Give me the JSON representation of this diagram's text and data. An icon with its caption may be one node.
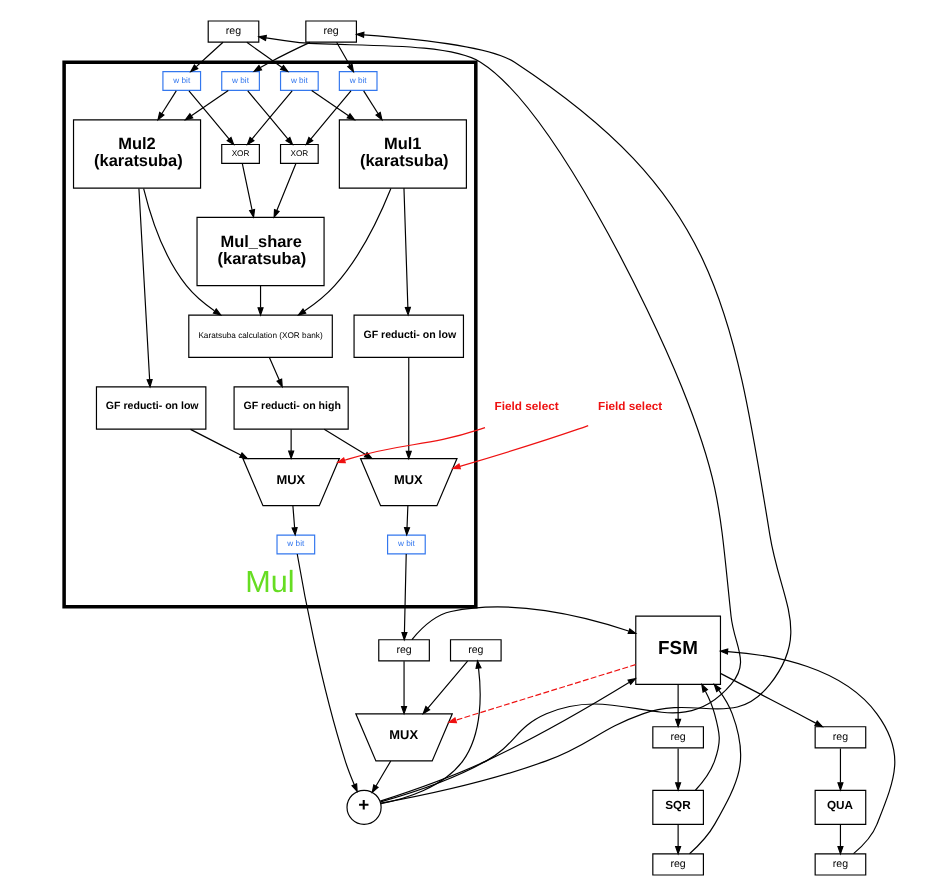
{
  "diagram": {
    "nodes": [
      {
        "text": [
          "reg"
        ]
      },
      {
        "text": [
          "reg"
        ]
      },
      {
        "text": [
          "reg"
        ]
      },
      {
        "text": [
          "Mul"
        ]
      },
      {
        "text": [
          "w bit"
        ],
        "in": 3
      },
      {
        "text": [
          "w bit"
        ],
        "in": 3
      },
      {
        "text": [
          "w bit"
        ],
        "in": 3
      },
      {
        "text": [
          "w bit"
        ],
        "in": 3
      },
      {
        "text": [
          "XOR"
        ],
        "in": 3
      },
      {
        "text": [
          "XOR"
        ],
        "in": 3
      },
      {
        "text": [
          "Mul1",
          "(karatsuba)"
        ],
        "in": 3
      },
      {
        "text": [
          "Mul_share",
          "(karatsuba)"
        ],
        "in": 3
      },
      {
        "text": [
          "Mul2",
          "(karatsuba)"
        ],
        "in": 3
      },
      {
        "text": [
          "Karatsuba calculation (XOR bank)"
        ],
        "in": 3
      },
      {
        "text": [
          "GF reducti- on low"
        ],
        "in": 3
      },
      {
        "text": [
          "GF reducti- on high"
        ],
        "in": 3
      },
      {
        "text": [
          "GF reducti- on low"
        ],
        "in": 3
      },
      {
        "text": [
          "MUX"
        ],
        "in": 3
      },
      {
        "text": [
          "MUX"
        ],
        "in": 3
      },
      {
        "text": [
          "w bit"
        ],
        "in": 3
      },
      {
        "text": [
          "w bit"
        ],
        "in": 3
      },
      {
        "text": [
          "Field select"
        ]
      },
      {
        "text": [
          "Field select"
        ]
      },
      {
        "text": [
          "reg"
        ]
      },
      {
        "text": [
          "reg"
        ]
      },
      {
        "text": [
          "FSM"
        ]
      },
      {
        "text": [
          "SQR"
        ]
      },
      {
        "text": [
          "QUA"
        ]
      },
      {
        "text": [
          "reg"
        ]
      },
      {
        "text": [
          "reg"
        ]
      },
      {
        "text": [
          "reg"
        ]
      },
      {
        "text": [
          "MUX"
        ]
      },
      {
        "text": [
          "+"
        ]
      }
    ],
    "edges": [
      {
        "from": 1,
        "to": 4,
        "arrow": "to"
      },
      {
        "from": 1,
        "to": 5,
        "arrow": "to"
      },
      {
        "from": 2,
        "to": 6,
        "arrow": "to"
      },
      {
        "from": 2,
        "to": 7,
        "arrow": "to"
      },
      {
        "from": 4,
        "to": 10,
        "arrow": "to"
      },
      {
        "from": 4,
        "to": 8,
        "arrow": "to"
      },
      {
        "from": 5,
        "to": 8,
        "arrow": "to"
      },
      {
        "from": 5,
        "to": 12,
        "arrow": "to"
      },
      {
        "from": 6,
        "to": 10,
        "arrow": "to"
      },
      {
        "from": 6,
        "to": 9,
        "arrow": "to"
      },
      {
        "from": 7,
        "to": 9,
        "arrow": "to"
      },
      {
        "from": 7,
        "to": 12,
        "arrow": "to"
      },
      {
        "from": 8,
        "to": 11,
        "arrow": "to"
      },
      {
        "from": 9,
        "to": 11,
        "arrow": "to"
      },
      {
        "from": 10,
        "to": 13,
        "arrow": "to"
      },
      {
        "from": 11,
        "to": 13,
        "arrow": "to"
      },
      {
        "from": 12,
        "to": 13,
        "arrow": "to"
      },
      {
        "from": 10,
        "to": 14,
        "arrow": "to"
      },
      {
        "from": 13,
        "to": 15,
        "arrow": "to"
      },
      {
        "from": 12,
        "to": 16,
        "arrow": "to"
      },
      {
        "from": 14,
        "to": 17,
        "arrow": "to"
      },
      {
        "from": 15,
        "to": 17,
        "arrow": "to"
      },
      {
        "from": 15,
        "to": 18,
        "arrow": "to"
      },
      {
        "from": 16,
        "to": 18,
        "arrow": "to"
      },
      {
        "from": 21,
        "to": 17,
        "arrow": "to",
        "color": "#ee1111"
      },
      {
        "from": 22,
        "to": 18,
        "arrow": "to",
        "color": "#ee1111"
      },
      {
        "from": 17,
        "to": 19,
        "arrow": "to"
      },
      {
        "from": 18,
        "to": 20,
        "arrow": "to"
      },
      {
        "from": 19,
        "to": 30,
        "arrow": "to"
      },
      {
        "from": 20,
        "to": 32,
        "arrow": "to"
      },
      {
        "from": 25,
        "to": 23,
        "arrow": "to"
      },
      {
        "from": 25,
        "to": 24,
        "arrow": "to"
      },
      {
        "from": 23,
        "to": 26,
        "arrow": "to"
      },
      {
        "from": 24,
        "to": 27,
        "arrow": "to"
      },
      {
        "from": 27,
        "to": 28,
        "arrow": "to"
      },
      {
        "from": 28,
        "to": 25,
        "arrow": "to"
      },
      {
        "from": 26,
        "to": 25,
        "arrow": "to"
      },
      {
        "from": 26,
        "to": 29,
        "arrow": "to"
      },
      {
        "from": 29,
        "to": 25,
        "arrow": "to"
      },
      {
        "from": 30,
        "to": 25,
        "arrow": "to"
      },
      {
        "from": 30,
        "to": 31,
        "arrow": "to"
      },
      {
        "from": 0,
        "to": 31,
        "arrow": "to"
      },
      {
        "from": 25,
        "to": 31,
        "arrow": "to",
        "style": "dashed",
        "color": "#ee1111"
      },
      {
        "from": 31,
        "to": 32,
        "arrow": "to"
      },
      {
        "from": 32,
        "to": 25,
        "arrow": "to"
      },
      {
        "from": 32,
        "to": 0,
        "arrow": "to"
      },
      {
        "from": 32,
        "to": 1,
        "arrow": "to"
      },
      {
        "from": 32,
        "to": 2,
        "arrow": "to"
      }
    ]
  }
}
